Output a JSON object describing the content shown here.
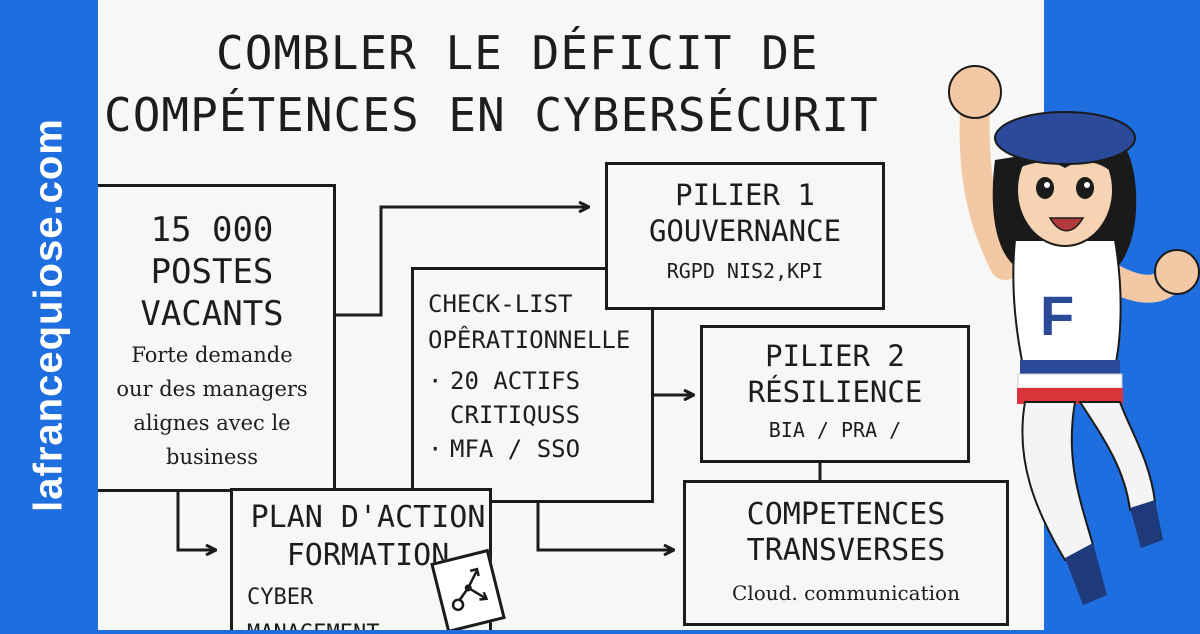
{
  "brand": {
    "site": "lafrancequiose.com"
  },
  "title": {
    "line1": "COMBLER LE DÉFICIT DE",
    "line2": "COMPÉTENCES EN CYBERSÉCURIT"
  },
  "boxes": {
    "vacants": {
      "head1": "15 000",
      "head2": "POSTES",
      "head3": "VACANTS",
      "desc1": "Forte demande",
      "desc2": "our des managers",
      "desc3": "alignes avec le",
      "desc4": "business"
    },
    "pilier1": {
      "head1": "PILIER 1",
      "head2": "GOUVERNANCE",
      "sub": "RGPD NIS2,KPI"
    },
    "checklist": {
      "head1": "CHECK-LIST",
      "head2": "OPÊRATIONNELLE",
      "items": [
        "20 ACTIFS",
        "CRITIQUSS",
        "MFA / SSO"
      ],
      "bullet": "·"
    },
    "pilier2": {
      "head1": "PILIER 2",
      "head2": "RÉSILIENCE",
      "sub": "BIA / PRA /"
    },
    "formation": {
      "head1": "PLAN D'ACTION",
      "head2": "FORMATION",
      "sub1": "CYBER",
      "sub2": "MANAGEMENT"
    },
    "competences": {
      "head1": "COMPETENCES",
      "head2": "TRANSVERSES",
      "sub": "Cloud. communication"
    }
  },
  "mascot": {
    "shirt_letter": "F"
  },
  "colors": {
    "brand_blue": "#1f6ee0",
    "paper": "#f7f7f5",
    "ink": "#1b1b1b",
    "beret": "#2c4a9a",
    "stripe_red": "#d8343a"
  }
}
